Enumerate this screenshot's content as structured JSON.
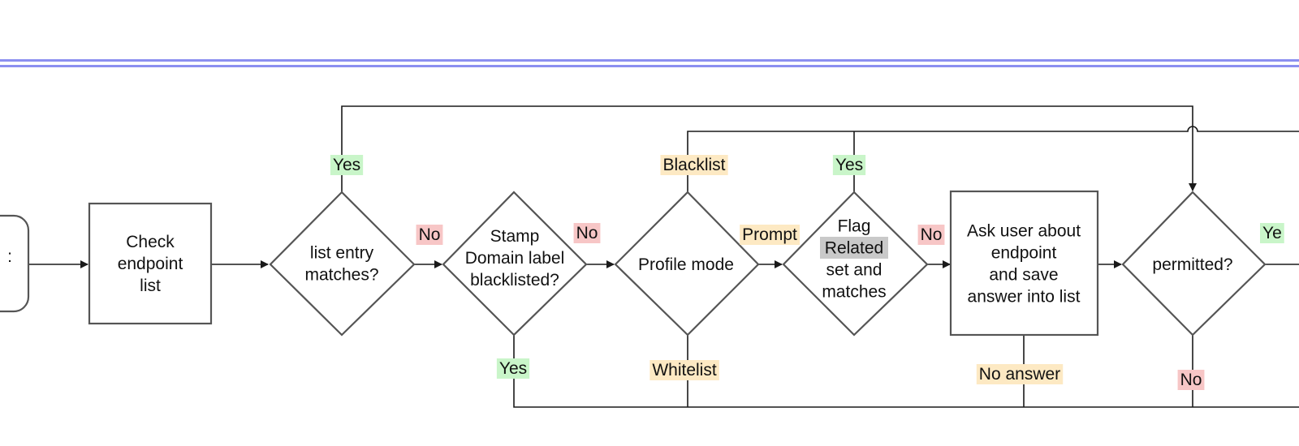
{
  "theme": {
    "header_rule_color": "#8b8ff0",
    "yes_bg": "#c9f5c9",
    "no_bg": "#f7c6c6",
    "neutral_bg": "#fde9c3",
    "highlight_bg": "#c9c9c9",
    "stroke": "#555555",
    "edge": "#1a1a1a"
  },
  "nodes": {
    "start": {
      "lines": [
        ":"
      ]
    },
    "check": {
      "lines": [
        "Check",
        "endpoint",
        "list"
      ]
    },
    "list_match": {
      "lines": [
        "list entry",
        "matches?"
      ]
    },
    "stamp": {
      "lines": [
        "Stamp",
        "Domain label",
        "blacklisted?"
      ]
    },
    "profile": {
      "lines": [
        "Profile mode"
      ]
    },
    "flag": {
      "lines": [
        "Flag",
        "Related",
        "set and",
        "matches"
      ],
      "highlight_line": 1
    },
    "ask": {
      "lines": [
        "Ask user about",
        "endpoint",
        "and save",
        "answer into list"
      ]
    },
    "permitted": {
      "lines": [
        "permitted?"
      ]
    }
  },
  "labels": {
    "yes_top": {
      "text": "Yes",
      "tone": "yes"
    },
    "no_list": {
      "text": "No",
      "tone": "no"
    },
    "no_stamp": {
      "text": "No",
      "tone": "no"
    },
    "yes_stamp": {
      "text": "Yes",
      "tone": "yes"
    },
    "blacklist": {
      "text": "Blacklist",
      "tone": "neutral"
    },
    "prompt": {
      "text": "Prompt",
      "tone": "neutral"
    },
    "whitelist": {
      "text": "Whitelist",
      "tone": "neutral"
    },
    "yes_flag": {
      "text": "Yes",
      "tone": "yes"
    },
    "no_flag": {
      "text": "No",
      "tone": "no"
    },
    "no_answer": {
      "text": "No answer",
      "tone": "neutral"
    },
    "yes_permitted": {
      "text": "Ye",
      "tone": "yes"
    },
    "no_permitted": {
      "text": "No",
      "tone": "no"
    }
  }
}
